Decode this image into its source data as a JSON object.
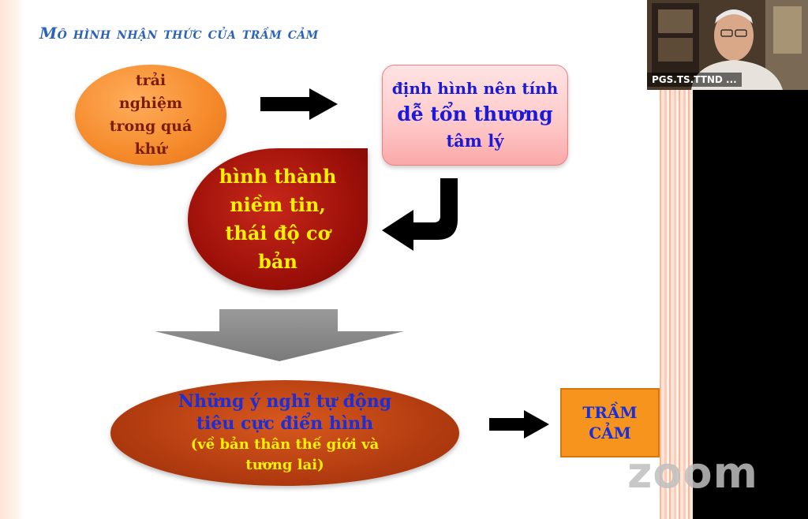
{
  "slide": {
    "title": "Mô hình nhận thức của trầm cảm",
    "experience": {
      "lines": [
        "trải",
        "nghiệm",
        "trong quá",
        "khứ"
      ]
    },
    "vulnerability": {
      "line1": "định hình nên tính",
      "line2": "dễ tổn thương",
      "line3": "tâm lý"
    },
    "beliefs": {
      "lines": [
        "hình thành",
        "niềm tin,",
        "thái độ cơ",
        "bản"
      ]
    },
    "thoughts": {
      "line1": "Những ý nghĩ tự động",
      "line2": "tiêu cực điển hình",
      "line3": "(về  bản thân thế giới và",
      "line4": "tương lai)"
    },
    "depression": {
      "lines": [
        "TRẦM",
        "CẢM"
      ]
    },
    "colors": {
      "title": "#2a63b8",
      "blue_text": "#1a1ad8",
      "yellow_text": "#fff200",
      "orange": "#f58a2a",
      "dark_red": "#9a0f08"
    }
  },
  "video": {
    "participant_name": "PGS.TS.TTND ..."
  },
  "watermark": {
    "text": "zoom"
  }
}
